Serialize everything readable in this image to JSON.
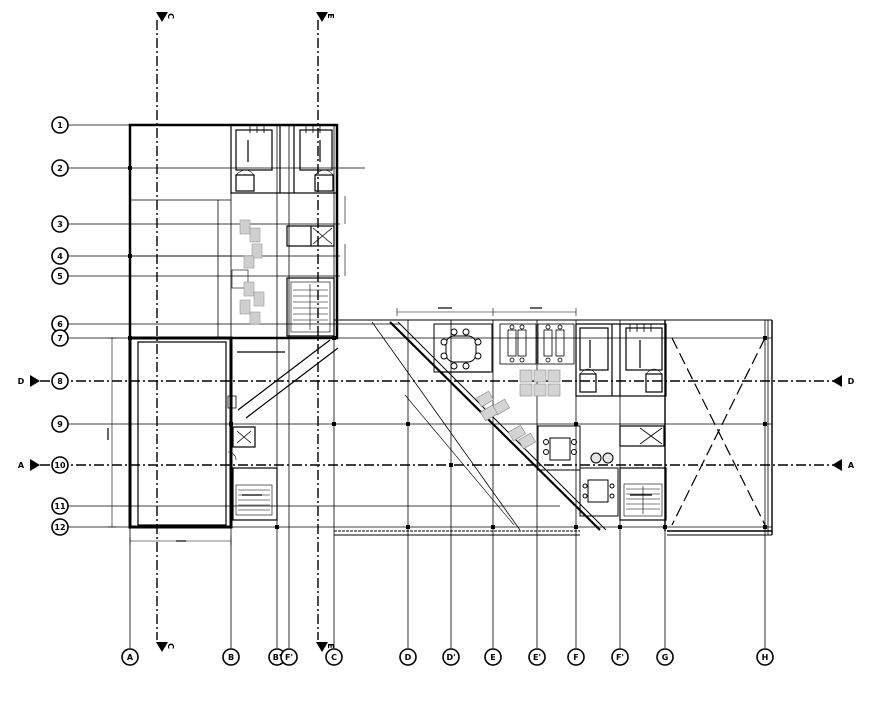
{
  "plan": {
    "row_labels": [
      "1",
      "2",
      "3",
      "4",
      "5",
      "6",
      "7",
      "8",
      "9",
      "10",
      "11",
      "12"
    ],
    "col_labels": [
      "A",
      "B",
      "B'",
      "F'",
      "C",
      "D",
      "D'",
      "E",
      "E'",
      "F",
      "F'",
      "G",
      "H"
    ],
    "section_markers": {
      "left": [
        "D",
        "A"
      ],
      "right": [
        "D",
        "A"
      ],
      "top": [
        "C",
        "E"
      ],
      "bottom": [
        "C",
        "E"
      ]
    }
  }
}
